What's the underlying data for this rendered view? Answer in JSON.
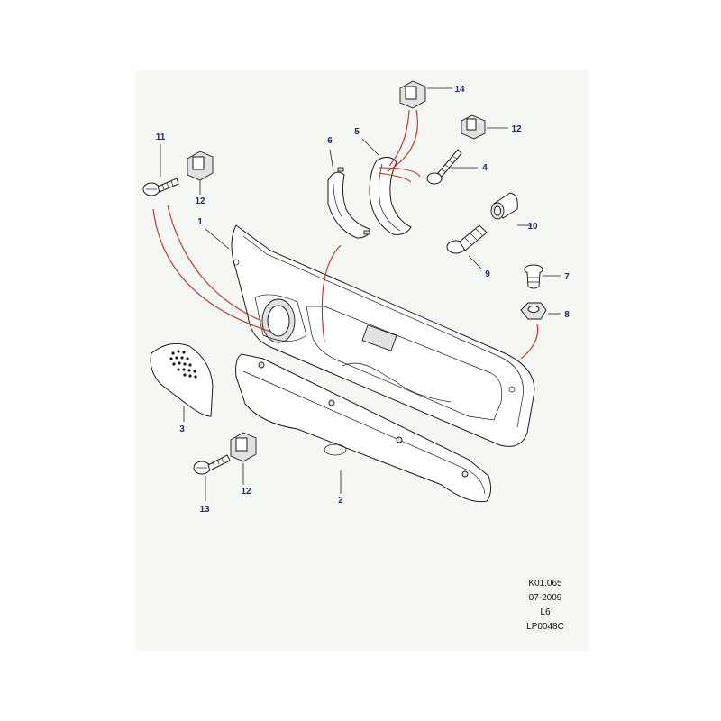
{
  "diagram": {
    "callouts": {
      "c1": "1",
      "c2": "2",
      "c3": "3",
      "c4": "4",
      "c5": "5",
      "c6": "6",
      "c7": "7",
      "c8": "8",
      "c9": "9",
      "c10": "10",
      "c11": "11",
      "c12a": "12",
      "c12b": "12",
      "c12c": "12",
      "c13": "13",
      "c14": "14"
    },
    "colors": {
      "background": "#f4f7f2",
      "callout_text": "#1f2a7a",
      "red_leaders": "#c62828",
      "outline": "#1a1a1a"
    }
  },
  "reference": {
    "code": "K01.065",
    "date": "07-2009",
    "model": "L6",
    "illustration": "LP0048C"
  }
}
